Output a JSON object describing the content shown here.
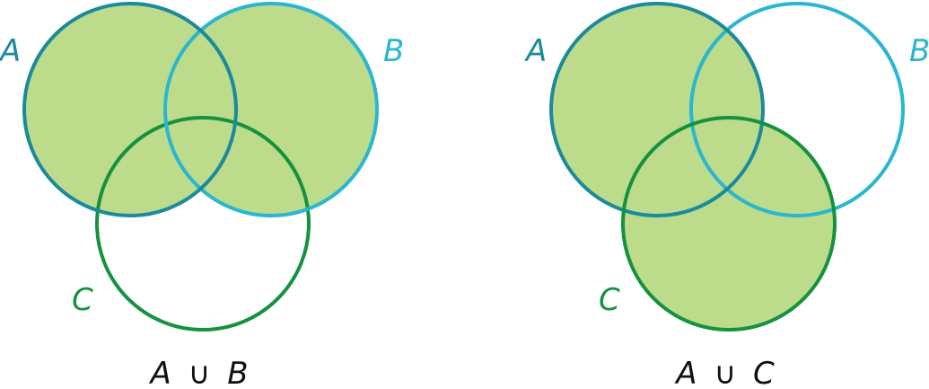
{
  "colors": {
    "fill": "#bcdb8b",
    "circle_a": "#1a8a9c",
    "circle_b": "#29b6d1",
    "circle_c": "#14923e",
    "caption": "#111111"
  },
  "diagrams": [
    {
      "labels": {
        "a": "A",
        "b": "B",
        "c": "C"
      },
      "caption": {
        "left": "A",
        "op": "∪",
        "right": "B"
      },
      "shaded": [
        "a",
        "b"
      ]
    },
    {
      "labels": {
        "a": "A",
        "b": "B",
        "c": "C"
      },
      "caption": {
        "left": "A",
        "op": "∪",
        "right": "C"
      },
      "shaded": [
        "a",
        "c"
      ]
    }
  ]
}
